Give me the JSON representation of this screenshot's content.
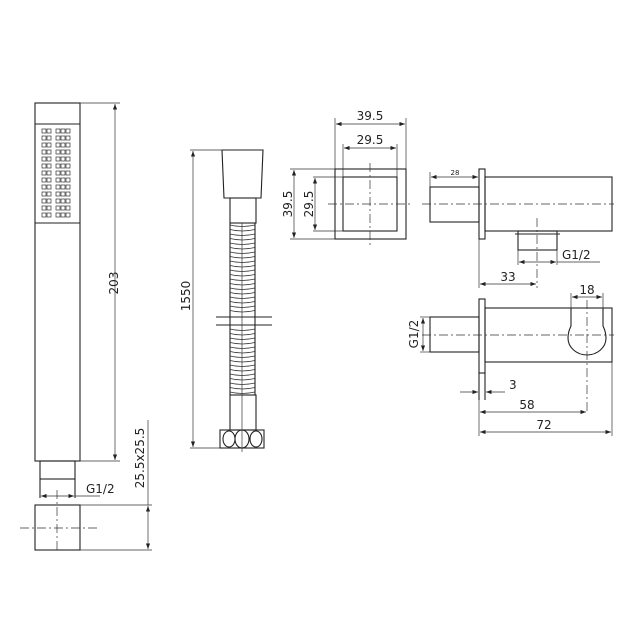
{
  "dimensions": {
    "hand_shower_length": "203",
    "hand_shower_section": "25.5x25.5",
    "hand_shower_thread": "G1/2",
    "hose_length": "1550",
    "outlet_width_outer": "39.5",
    "outlet_width_inner": "29.5",
    "outlet_height_outer": "39.5",
    "outlet_height_inner": "29.5",
    "inlet_length": "28",
    "outlet_thread": "G1/2",
    "outlet_offset": "33",
    "holder_width": "18",
    "inlet_thread": "G1/2",
    "flange_thickness": "3",
    "holder_offset": "58",
    "total_depth": "72"
  },
  "colors": {
    "line": "#222222",
    "background": "#ffffff"
  }
}
